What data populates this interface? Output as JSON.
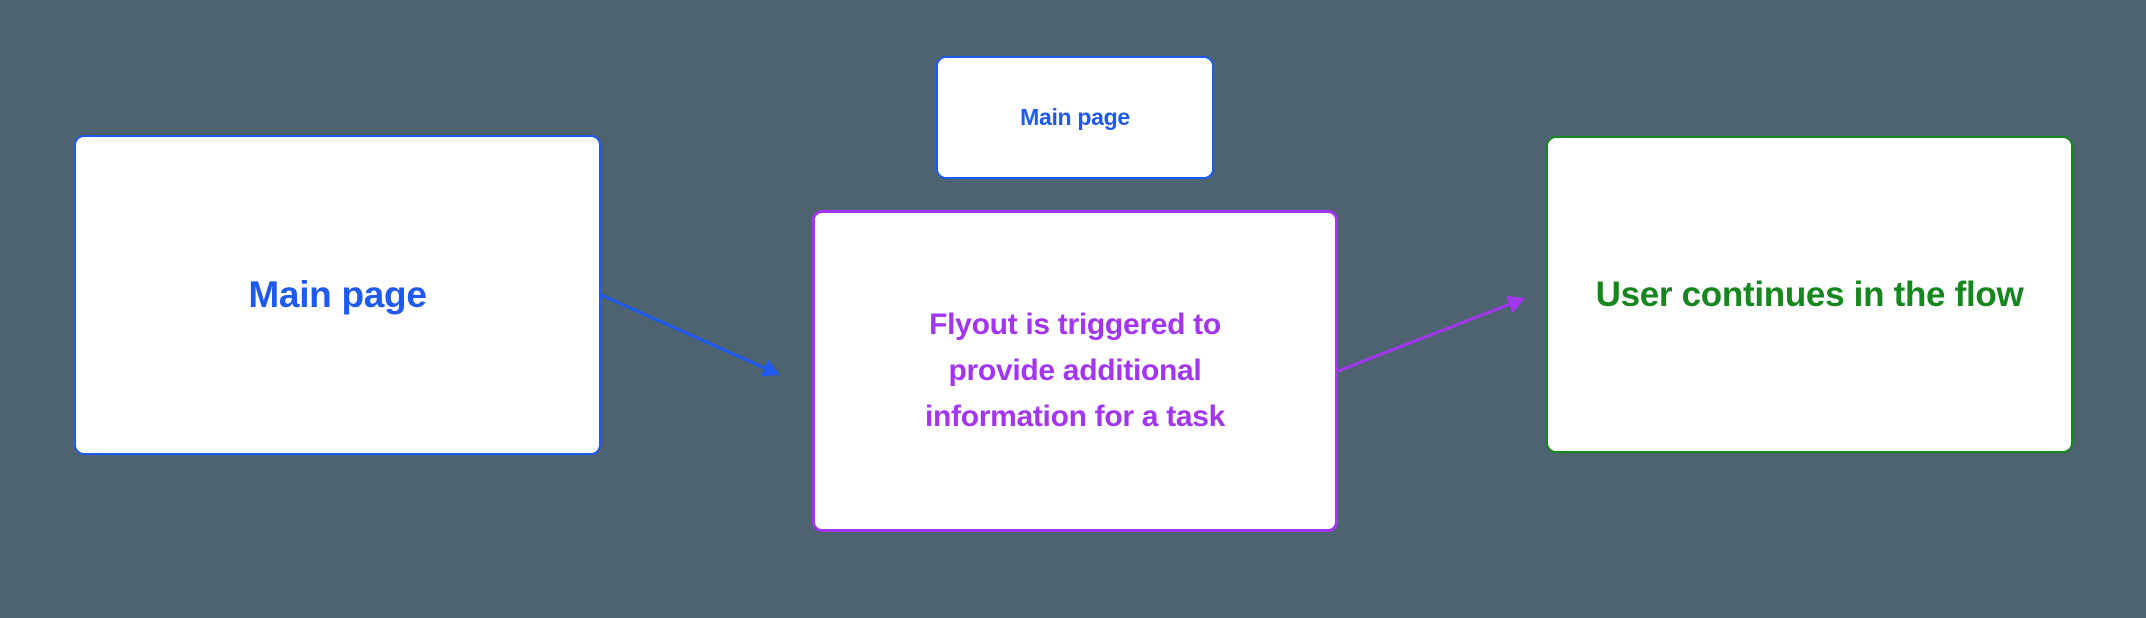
{
  "colors": {
    "background": "#4d6470",
    "node_background": "#ffffff",
    "blue": "#1f5af0",
    "purple": "#a335f0",
    "green": "#16871e"
  },
  "nodes": {
    "main": {
      "label": "Main page",
      "color": "blue"
    },
    "main_small": {
      "label": "Main page",
      "color": "blue"
    },
    "flyout": {
      "label": "Flyout is triggered to provide additional information for a task",
      "color": "purple"
    },
    "continue": {
      "label": "User continues in the flow",
      "color": "green"
    }
  },
  "connectors": [
    {
      "name": "main-to-flyout",
      "color": "blue",
      "from": "main",
      "to": "flyout"
    },
    {
      "name": "flyout-to-continue",
      "color": "purple",
      "from": "flyout",
      "to": "continue"
    }
  ]
}
